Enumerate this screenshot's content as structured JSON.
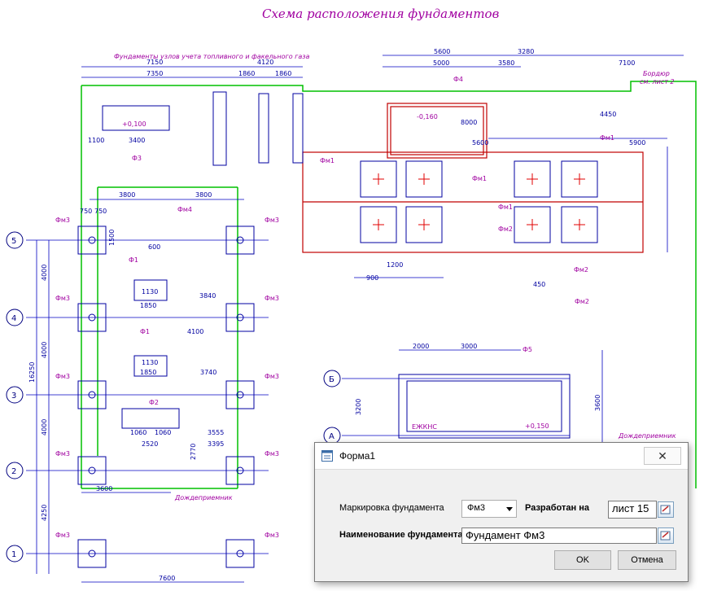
{
  "drawing": {
    "title": "Схема расположения фундаментов",
    "note_top": "Фундаменты узлов учета топливного и факельного газа",
    "note_border": "Бордюр",
    "note_border2": "см. лист 2",
    "note_drain": "Дождеприемник",
    "axis_labels": [
      "1",
      "2",
      "3",
      "4",
      "5",
      "А",
      "Б"
    ],
    "marks": [
      "Фм3",
      "Фм1",
      "Фм2",
      "Фм4",
      "Ф1",
      "Ф2",
      "Ф3",
      "Ф4",
      "Ф5",
      "ЕЖКНС"
    ],
    "levels": [
      "+0,100",
      "-0,160",
      "+0,150"
    ],
    "dims_top": [
      "7150",
      "4120",
      "7350",
      "1860",
      "1860",
      "5600",
      "5000",
      "3580",
      "3280",
      "7100",
      "4450",
      "8000",
      "5600",
      "5900",
      "3400",
      "1100"
    ],
    "dims_mid": [
      "3800",
      "3800",
      "16250",
      "4000",
      "4000",
      "4000",
      "4250",
      "3600",
      "7600",
      "1850",
      "1130",
      "1850",
      "1130",
      "2520",
      "1060",
      "1060",
      "3840",
      "4100",
      "3740",
      "3555",
      "3395",
      "2770",
      "2000",
      "3000",
      "3600",
      "3200",
      "1200",
      "1500",
      "900",
      "600",
      "450",
      "750",
      "750"
    ]
  },
  "dialog": {
    "title": "Форма1",
    "close_glyph": "✕",
    "label_marking": "Маркировка фундамента",
    "marking_value": "Фм3",
    "label_developed": "Разработан на",
    "sheet_value": "лист 15",
    "label_name": "Наименование фундамента",
    "name_value": "Фундамент Фм3",
    "ok_label": "OK",
    "cancel_label": "Отмена"
  }
}
